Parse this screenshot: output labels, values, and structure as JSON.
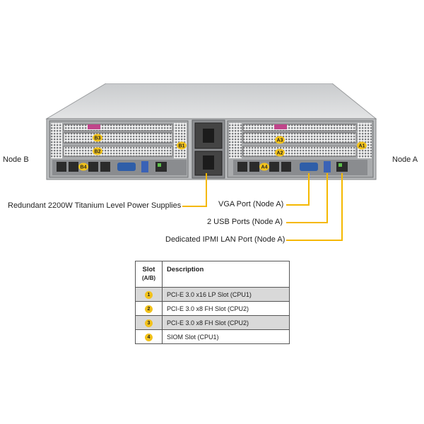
{
  "nodes": {
    "left": "Node B",
    "right": "Node A"
  },
  "slot_labels": {
    "b1": "B1",
    "b2": "B2",
    "b3": "B3",
    "b4": "B4",
    "a1": "A1",
    "a2": "A2",
    "a3": "A3",
    "a4": "A4"
  },
  "callouts": {
    "psu": "Redundant  2200W Titanium  Level Power Supplies",
    "vga": "VGA Port (Node A)",
    "usb": "2 USB Ports (Node A)",
    "ipmi": "Dedicated IPMI  LAN Port (Node A)"
  },
  "colors": {
    "callout_line": "#f5b800",
    "badge": "#f2c21b",
    "row_shade": "#d9d9d9"
  },
  "table": {
    "header_slot": "Slot",
    "header_slot_sub": "(A/B)",
    "header_desc": "Description",
    "rows": [
      {
        "num": "1",
        "desc": "PCI-E 3.0 x16 LP Slot (CPU1)"
      },
      {
        "num": "2",
        "desc": "PCI-E 3.0 x8 FH Slot (CPU2)"
      },
      {
        "num": "3",
        "desc": "PCI-E 3.0 x8 FH Slot (CPU2)"
      },
      {
        "num": "4",
        "desc": "SIOM Slot (CPU1)"
      }
    ]
  }
}
